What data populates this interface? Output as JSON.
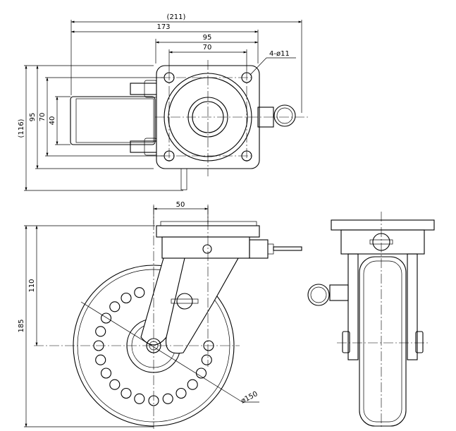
{
  "top_view": {
    "dims": {
      "overall_width": "(211)",
      "offset": "173",
      "plate_width": "95",
      "hole_spacing": "70",
      "holes": "4-ø11",
      "overall_height": "(116)",
      "plate_height": "95",
      "hole_spacing_v": "70",
      "wheel_width": "40"
    }
  },
  "side_view": {
    "dims": {
      "offset": "50",
      "swivel_height": "110",
      "overall_height": "185",
      "wheel_diameter": "ø150"
    }
  }
}
